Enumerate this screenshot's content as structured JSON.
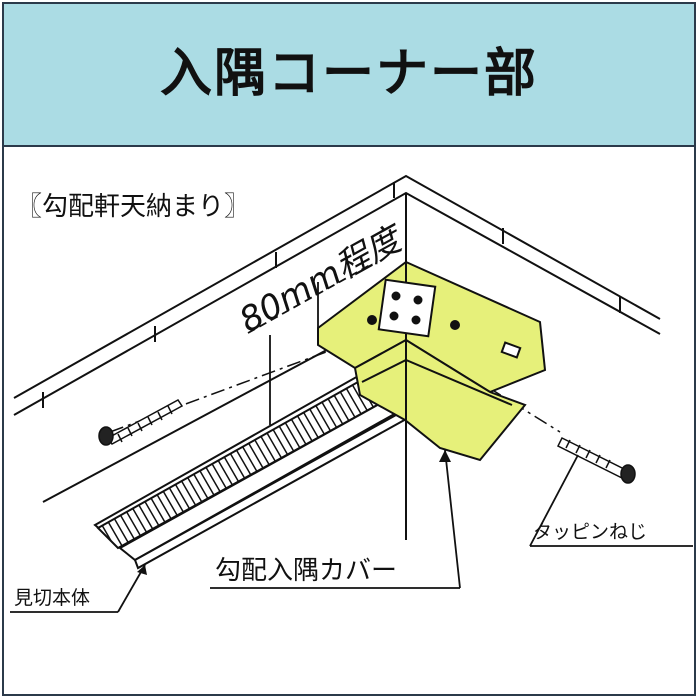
{
  "title": "入隅コーナー部",
  "labels": {
    "subtitle": "〖勾配軒天納まり〗",
    "spacing": "80mm程度",
    "screw": "タッピンねじ",
    "cover": "勾配入隅カバー",
    "mikiri": "見切本体"
  },
  "colors": {
    "header_bg": "#abdce4",
    "cover_fill": "#e6f07a",
    "line": "#111111"
  }
}
